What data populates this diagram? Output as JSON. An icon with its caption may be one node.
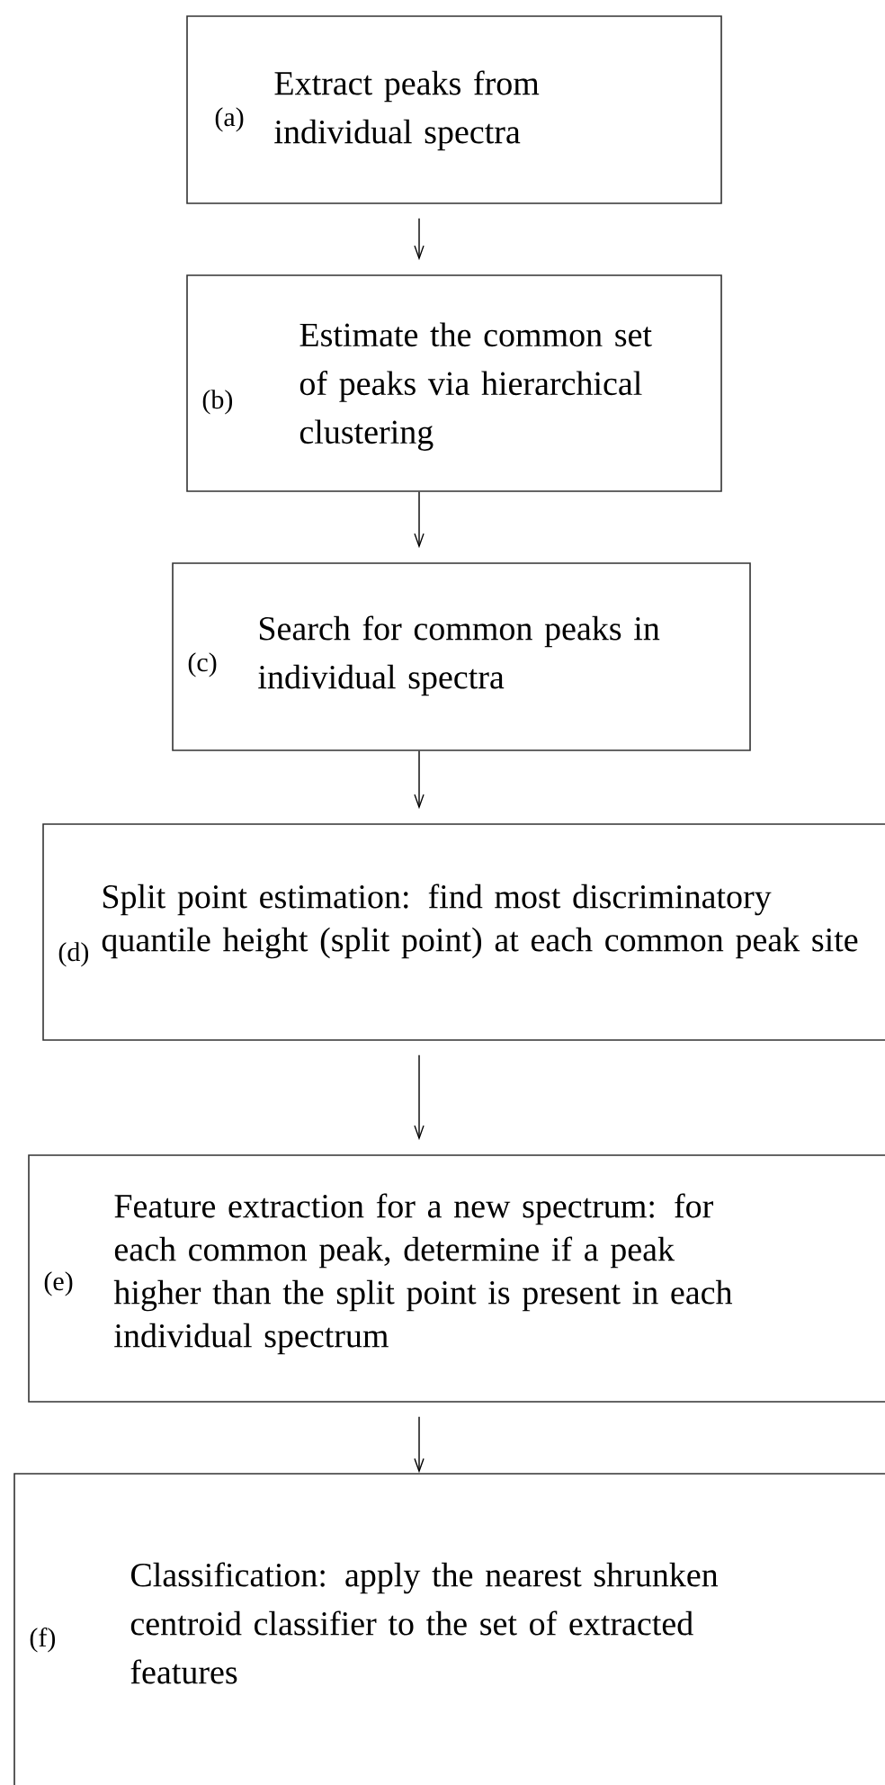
{
  "diagram": {
    "nodes": [
      {
        "text": [
          "(a)",
          "Extract peaks from individual spectra"
        ]
      },
      {
        "text": [
          "(b)",
          "Estimate the common set of peaks via hierarchical clustering"
        ]
      },
      {
        "text": [
          "(c)",
          "Search for common peaks in individual spectra"
        ]
      },
      {
        "text": [
          "(d)",
          "Split point estimation: find most discriminatory quantile height (split point) at each common peak site"
        ]
      },
      {
        "text": [
          "(e)",
          "Feature extraction for a new spectrum: for each common peak, determine if a peak higher than the split point is present in each individual spectrum"
        ]
      },
      {
        "text": [
          "(f)",
          "Classification: apply the nearest shrunken centroid classifier to the set of extracted features"
        ]
      }
    ],
    "edges": [
      {
        "from": 0,
        "to": 1,
        "arrow": "to"
      },
      {
        "from": 1,
        "to": 2,
        "arrow": "to"
      },
      {
        "from": 2,
        "to": 3,
        "arrow": "to"
      },
      {
        "from": 3,
        "to": 4,
        "arrow": "to"
      },
      {
        "from": 4,
        "to": 5,
        "arrow": "to"
      }
    ]
  }
}
